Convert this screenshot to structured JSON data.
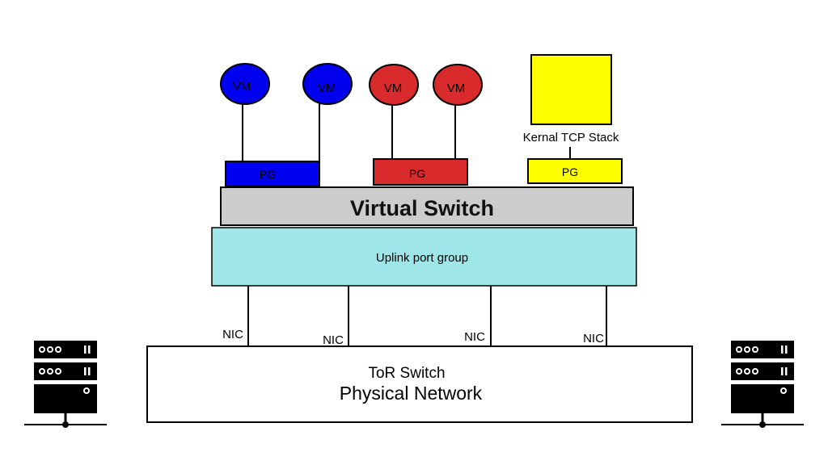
{
  "vms": {
    "blue_1": "VM",
    "blue_2": "VM",
    "red_1": "VM",
    "red_2": "VM"
  },
  "kernel": {
    "label": "Kernal TCP Stack"
  },
  "port_groups": {
    "blue": "PG",
    "red": "PG",
    "yellow": "PG"
  },
  "virtual_switch": {
    "label": "Virtual Switch"
  },
  "uplink": {
    "label": "Uplink port group"
  },
  "nics": {
    "nic_1": "NIC",
    "nic_2": "NIC",
    "nic_3": "NIC",
    "nic_4": "NIC"
  },
  "tor": {
    "line1": "ToR Switch",
    "line2": "Physical Network"
  },
  "server_icons": {
    "left_icon": "server-network-icon",
    "right_icon": "server-network-icon"
  },
  "colors": {
    "vm_blue": "#0000ee",
    "vm_red": "#d92b2b",
    "kernel_yellow": "#ffff00",
    "virtual_switch_gray": "#cccccc",
    "uplink_cyan": "#9ee6e8"
  }
}
